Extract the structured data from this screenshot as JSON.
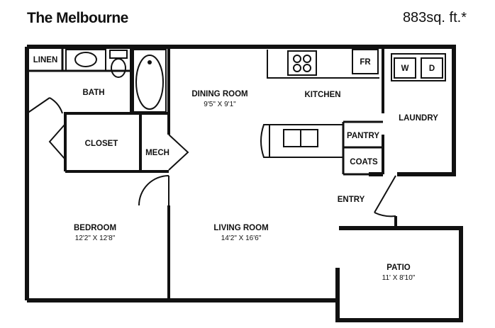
{
  "plan": {
    "name": "The Melbourne",
    "area": "883sq. ft.*"
  },
  "rooms": {
    "linen": "LINEN",
    "bath": "BATH",
    "closet": "CLOSET",
    "mech": "MECH",
    "dining": {
      "label": "DINING ROOM",
      "dims": "9'5\" X 9'1\""
    },
    "kitchen": "KITCHEN",
    "laundry": "LAUNDRY",
    "washer": "W",
    "dryer": "D",
    "fridge": "FR",
    "pantry": "PANTRY",
    "coats": "COATS",
    "entry": "ENTRY",
    "bedroom": {
      "label": "BEDROOM",
      "dims": "12'2\" X 12'8\""
    },
    "living": {
      "label": "LIVING ROOM",
      "dims": "14'2\" X 16'6\""
    },
    "patio": {
      "label": "PATIO",
      "dims": "11' X 8'10\""
    }
  }
}
